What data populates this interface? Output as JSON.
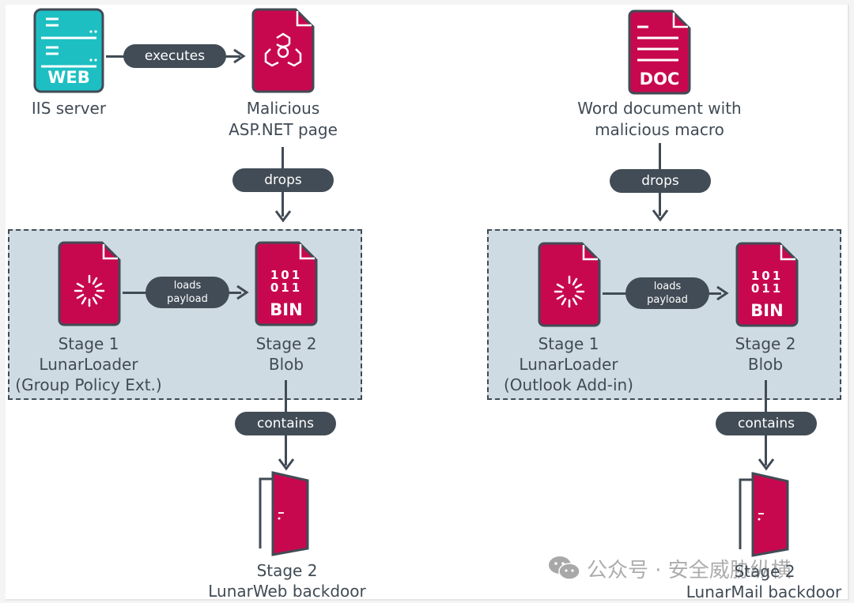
{
  "colors": {
    "malicious_red": "#c8084e",
    "server_teal": "#1dbfc3",
    "outline_dark": "#414b55",
    "zone_fill": "#cfdbe2",
    "pill_fill": "#424c56"
  },
  "left_flow": {
    "source": {
      "icon": "web-server-icon",
      "icon_text": "WEB",
      "label": "IIS server"
    },
    "edge_executes": "executes",
    "target": {
      "icon": "biohazard-file-icon",
      "label_line1": "Malicious",
      "label_line2": "ASP.NET page"
    },
    "edge_drops": "drops",
    "stage1": {
      "icon": "loader-file-icon",
      "label_line1": "Stage 1",
      "label_line2": "LunarLoader",
      "label_line3": "(Group Policy Ext.)"
    },
    "edge_loads_line1": "loads",
    "edge_loads_line2": "payload",
    "stage2_blob": {
      "icon": "binary-file-icon",
      "bits_line1": "101",
      "bits_line2": "011",
      "icon_text": "BIN",
      "label_line1": "Stage 2",
      "label_line2": "Blob"
    },
    "edge_contains": "contains",
    "backdoor": {
      "icon": "open-door-icon",
      "label_line1": "Stage 2",
      "label_line2": "LunarWeb backdoor"
    }
  },
  "right_flow": {
    "source": {
      "icon": "doc-file-icon",
      "icon_text": "DOC",
      "label_line1": "Word document with",
      "label_line2": "malicious macro"
    },
    "edge_drops": "drops",
    "stage1": {
      "icon": "loader-file-icon",
      "label_line1": "Stage 1",
      "label_line2": "LunarLoader",
      "label_line3": "(Outlook Add-in)"
    },
    "edge_loads_line1": "loads",
    "edge_loads_line2": "payload",
    "stage2_blob": {
      "icon": "binary-file-icon",
      "bits_line1": "101",
      "bits_line2": "011",
      "icon_text": "BIN",
      "label_line1": "Stage 2",
      "label_line2": "Blob"
    },
    "edge_contains": "contains",
    "backdoor": {
      "icon": "open-door-icon",
      "label_line1": "Stage 2",
      "label_line2": "LunarMail backdoor"
    }
  },
  "watermark": {
    "icon": "wechat-icon",
    "text": "公众号 · 安全威胁纵横"
  }
}
